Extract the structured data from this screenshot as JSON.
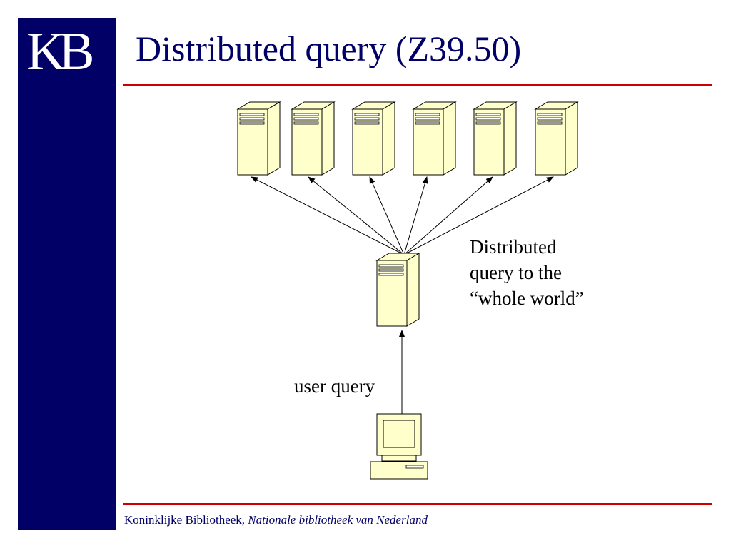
{
  "logo": {
    "text": "KB"
  },
  "title": "Distributed query (Z39.50)",
  "annotation": {
    "lines": [
      "Distributed",
      "query to the",
      "“whole world”"
    ]
  },
  "user_label": "user query",
  "footer": {
    "plain": "Koninklijke Bibliotheek, ",
    "italic": "Nationale bibliotheek van Nederland"
  },
  "colors": {
    "sidebar": "#000066",
    "rule": "#cc0000",
    "server_fill": "#ffffcc",
    "title": "#000066"
  },
  "diagram": {
    "servers": [
      "server",
      "server",
      "server",
      "server",
      "server",
      "server"
    ],
    "hub": "server",
    "client": "computer-icon"
  }
}
